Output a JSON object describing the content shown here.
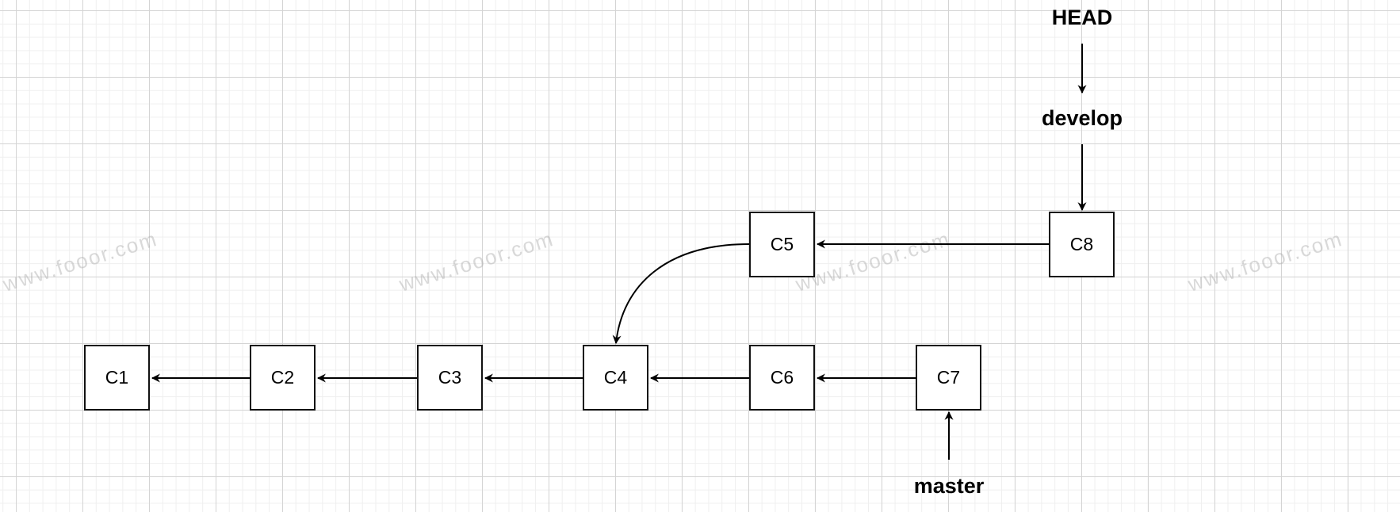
{
  "commits": [
    {
      "id": "c1",
      "label": "C1"
    },
    {
      "id": "c2",
      "label": "C2"
    },
    {
      "id": "c3",
      "label": "C3"
    },
    {
      "id": "c4",
      "label": "C4"
    },
    {
      "id": "c5",
      "label": "C5"
    },
    {
      "id": "c6",
      "label": "C6"
    },
    {
      "id": "c7",
      "label": "C7"
    },
    {
      "id": "c8",
      "label": "C8"
    }
  ],
  "refs": {
    "head": "HEAD",
    "develop": "develop",
    "master": "master"
  },
  "watermark": "www.fooor.com"
}
